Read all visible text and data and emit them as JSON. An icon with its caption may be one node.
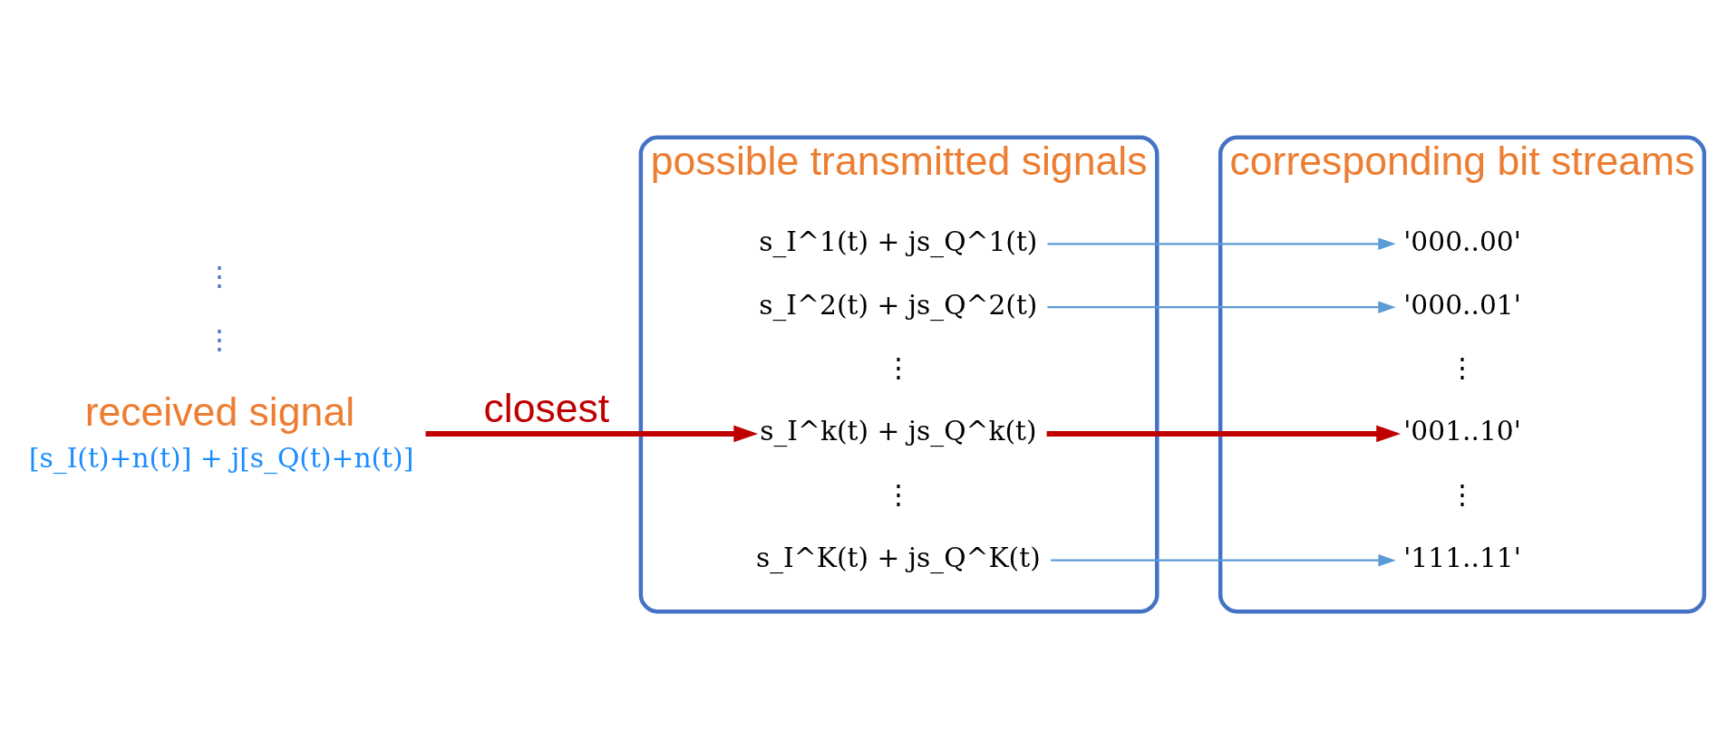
{
  "diagram": {
    "nodes": [
      {
        "text": [
          "possible transmitted signals"
        ]
      },
      {
        "text": [
          "s_I^1(t) + js_Q^1(t)"
        ],
        "in": 0
      },
      {
        "text": [
          "s_I^2(t) + js_Q^2(t)"
        ],
        "in": 0
      },
      {
        "text": [
          "⋮"
        ],
        "in": 0
      },
      {
        "text": [
          "s_I^k(t) + js_Q^k(t)"
        ],
        "in": 0
      },
      {
        "text": [
          "⋮"
        ],
        "in": 0
      },
      {
        "text": [
          "s_I^K(t) + js_Q^K(t)"
        ],
        "in": 0
      },
      {
        "text": [
          "corresponding bit streams"
        ]
      },
      {
        "text": [
          "'000..00'"
        ],
        "in": 7
      },
      {
        "text": [
          "'000..01'"
        ],
        "in": 7
      },
      {
        "text": [
          "⋮"
        ],
        "in": 7
      },
      {
        "text": [
          "'001..10'"
        ],
        "in": 7
      },
      {
        "text": [
          "⋮"
        ],
        "in": 7
      },
      {
        "text": [
          "'111..11'"
        ],
        "in": 7
      },
      {
        "text": [
          "received signal",
          "[s_I(t)+n(t)] + j[s_Q(t)+n(t)]"
        ]
      }
    ],
    "edges": [
      {
        "from": 1,
        "to": 8,
        "arrow": "to"
      },
      {
        "from": 2,
        "to": 9,
        "arrow": "to"
      },
      {
        "from": 4,
        "to": 11,
        "arrow": "to",
        "style": "thick",
        "color": "#c00000"
      },
      {
        "from": 6,
        "to": 13,
        "arrow": "to"
      },
      {
        "from": 14,
        "to": 4,
        "arrow": "to",
        "label": "closest",
        "style": "thick",
        "color": "#c00000"
      }
    ],
    "labels": [
      "⋮",
      "⋮"
    ]
  }
}
